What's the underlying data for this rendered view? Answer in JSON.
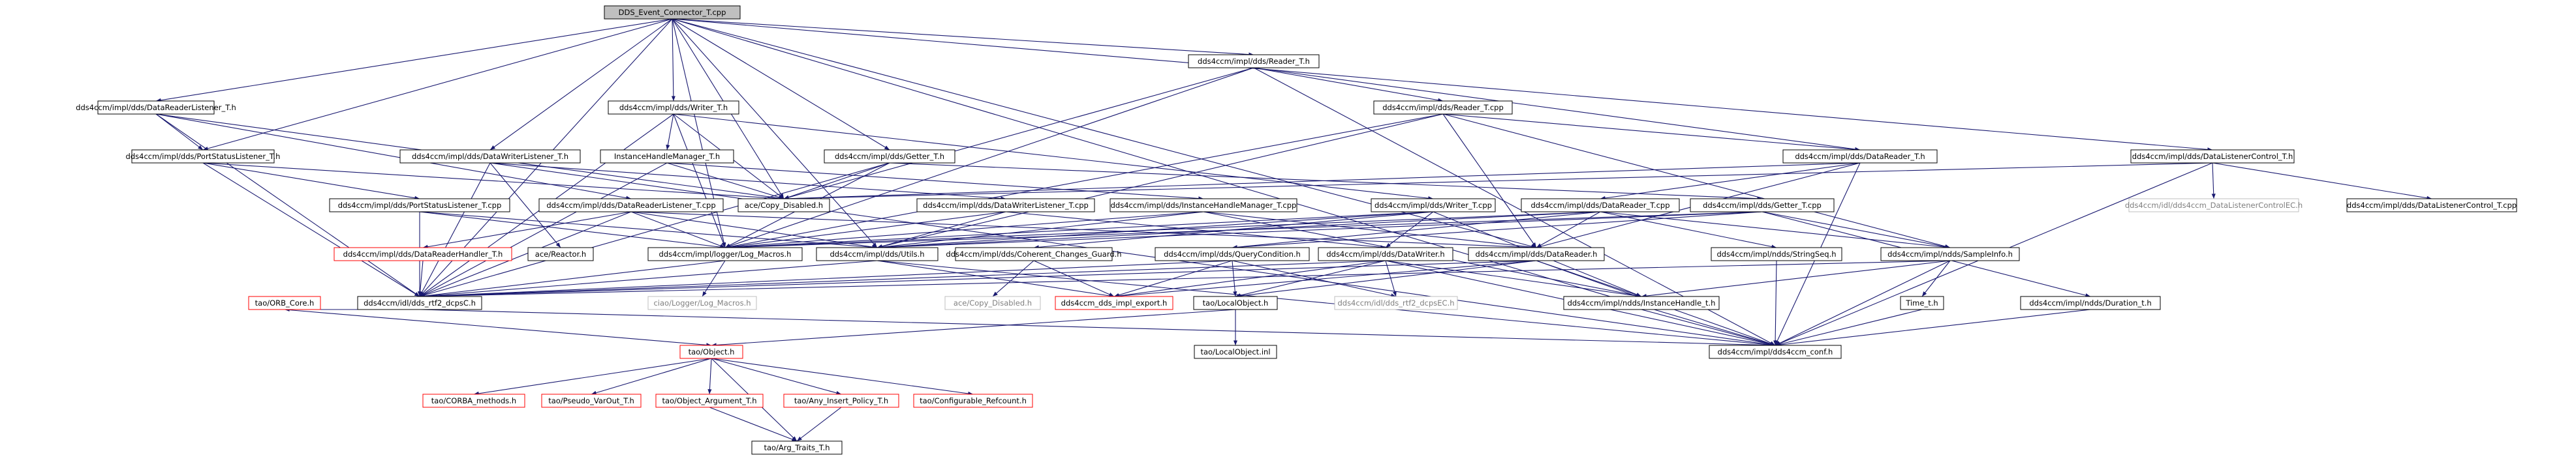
{
  "graph": {
    "title": "DDS_Event_Connector_T.cpp",
    "nodes": [
      {
        "id": "root",
        "label": "DDS_Event_Connector_T.cpp",
        "style": "root"
      },
      {
        "id": "readerT",
        "label": "dds4ccm/impl/dds/Reader_T.h",
        "style": "normal"
      },
      {
        "id": "drlT_h",
        "label": "dds4ccm/impl/dds/DataReaderListener_T.h",
        "style": "normal"
      },
      {
        "id": "writerT_h",
        "label": "dds4ccm/impl/dds/Writer_T.h",
        "style": "normal"
      },
      {
        "id": "readerT_cpp",
        "label": "dds4ccm/impl/dds/Reader_T.cpp",
        "style": "normal"
      },
      {
        "id": "dataReaderT_h",
        "label": "dds4ccm/impl/dds/DataReader_T.h",
        "style": "normal"
      },
      {
        "id": "dlcT_h",
        "label": "dds4ccm/impl/dds/DataListenerControl_T.h",
        "style": "normal"
      },
      {
        "id": "pslT_h",
        "label": "dds4ccm/impl/dds/PortStatusListener_T.h",
        "style": "normal"
      },
      {
        "id": "dwlT_h",
        "label": "dds4ccm/impl/dds/DataWriterListener_T.h",
        "style": "normal"
      },
      {
        "id": "ihmT_h",
        "label": "InstanceHandleManager_T.h",
        "style": "normal"
      },
      {
        "id": "getterT_h",
        "label": "dds4ccm/impl/dds/Getter_T.h",
        "style": "normal"
      },
      {
        "id": "copyDisabled",
        "label": "ace/Copy_Disabled.h",
        "style": "normal"
      },
      {
        "id": "dlcEC",
        "label": "dds4ccm/idl/dds4ccm_DataListenerControlEC.h",
        "style": "hidden"
      },
      {
        "id": "dlcT_cpp",
        "label": "dds4ccm/impl/dds/DataListenerControl_T.cpp",
        "style": "normal"
      },
      {
        "id": "pslT_cpp",
        "label": "dds4ccm/impl/dds/PortStatusListener_T.cpp",
        "style": "normal"
      },
      {
        "id": "drlT_cpp",
        "label": "dds4ccm/impl/dds/DataReaderListener_T.cpp",
        "style": "normal"
      },
      {
        "id": "dwlT_cpp",
        "label": "dds4ccm/impl/dds/DataWriterListener_T.cpp",
        "style": "normal"
      },
      {
        "id": "ihmT_cpp",
        "label": "dds4ccm/impl/dds/InstanceHandleManager_T.cpp",
        "style": "normal"
      },
      {
        "id": "writerT_cpp",
        "label": "dds4ccm/impl/dds/Writer_T.cpp",
        "style": "normal"
      },
      {
        "id": "dataReaderT_cpp",
        "label": "dds4ccm/impl/dds/DataReader_T.cpp",
        "style": "normal"
      },
      {
        "id": "getterT_cpp",
        "label": "dds4ccm/impl/dds/Getter_T.cpp",
        "style": "normal"
      },
      {
        "id": "drhT",
        "label": "dds4ccm/impl/dds/DataReaderHandler_T.h",
        "style": "missing"
      },
      {
        "id": "aceReactor",
        "label": "ace/Reactor.h",
        "style": "normal"
      },
      {
        "id": "logMacros",
        "label": "dds4ccm/impl/logger/Log_Macros.h",
        "style": "normal"
      },
      {
        "id": "utils",
        "label": "dds4ccm/impl/dds/Utils.h",
        "style": "normal"
      },
      {
        "id": "coherent",
        "label": "dds4ccm/impl/dds/Coherent_Changes_Guard.h",
        "style": "normal"
      },
      {
        "id": "queryCond",
        "label": "dds4ccm/impl/dds/QueryCondition.h",
        "style": "normal"
      },
      {
        "id": "dataWriter",
        "label": "dds4ccm/impl/dds/DataWriter.h",
        "style": "normal"
      },
      {
        "id": "dataReader",
        "label": "dds4ccm/impl/dds/DataReader.h",
        "style": "normal"
      },
      {
        "id": "stringSeq",
        "label": "dds4ccm/impl/ndds/StringSeq.h",
        "style": "normal"
      },
      {
        "id": "sampleInfo",
        "label": "dds4ccm/impl/ndds/SampleInfo.h",
        "style": "normal"
      },
      {
        "id": "ddsRtf2",
        "label": "dds4ccm/idl/dds_rtf2_dcpsC.h",
        "style": "normal"
      },
      {
        "id": "ciaoLog",
        "label": "ciao/Logger/Log_Macros.h",
        "style": "hidden"
      },
      {
        "id": "aceCopy2",
        "label": "ace/Copy_Disabled.h",
        "style": "hidden"
      },
      {
        "id": "ddsImplExport",
        "label": "dds4ccm_dds_impl_export.h",
        "style": "missing"
      },
      {
        "id": "taoLocalObj",
        "label": "tao/LocalObject.h",
        "style": "normal"
      },
      {
        "id": "ddsRtf2EC",
        "label": "dds4ccm/idl/dds_rtf2_dcpsEC.h",
        "style": "hidden"
      },
      {
        "id": "ihT",
        "label": "dds4ccm/impl/ndds/InstanceHandle_t.h",
        "style": "normal"
      },
      {
        "id": "timeT",
        "label": "Time_t.h",
        "style": "normal"
      },
      {
        "id": "durationT",
        "label": "dds4ccm/impl/ndds/Duration_t.h",
        "style": "normal"
      },
      {
        "id": "taoOrbCore",
        "label": "tao/ORB_Core.h",
        "style": "missing"
      },
      {
        "id": "taoLocalObjInl",
        "label": "tao/LocalObject.inl",
        "style": "normal"
      },
      {
        "id": "conf",
        "label": "dds4ccm/impl/dds4ccm_conf.h",
        "style": "normal"
      },
      {
        "id": "taoObject",
        "label": "tao/Object.h",
        "style": "missing"
      },
      {
        "id": "corbaMethods",
        "label": "tao/CORBA_methods.h",
        "style": "missing"
      },
      {
        "id": "pseudoVarOut",
        "label": "tao/Pseudo_VarOut_T.h",
        "style": "missing"
      },
      {
        "id": "objArgT",
        "label": "tao/Object_Argument_T.h",
        "style": "missing"
      },
      {
        "id": "anyInsert",
        "label": "tao/Any_Insert_Policy_T.h",
        "style": "missing"
      },
      {
        "id": "configRefcount",
        "label": "tao/Configurable_Refcount.h",
        "style": "missing"
      },
      {
        "id": "argTraits",
        "label": "tao/Arg_Traits_T.h",
        "style": "normal"
      }
    ]
  }
}
